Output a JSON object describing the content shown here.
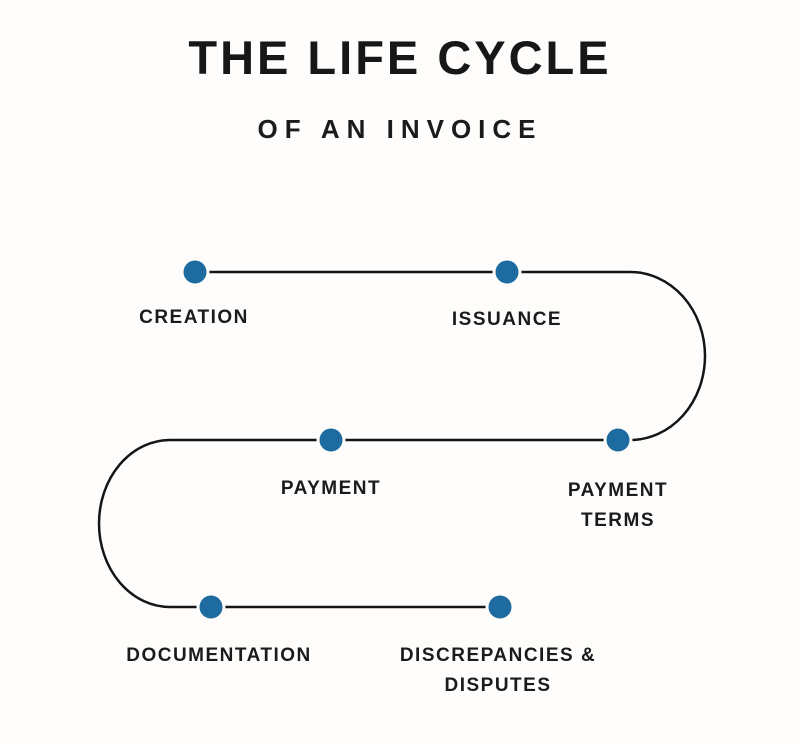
{
  "title": "THE LIFE CYCLE",
  "subtitle": "OF AN INVOICE",
  "colors": {
    "node": "#1e6b9f",
    "line": "#151515",
    "background": "#fefdfb",
    "text": "#1b1b1b"
  },
  "steps": [
    {
      "id": "creation",
      "lines": [
        "CREATION"
      ]
    },
    {
      "id": "issuance",
      "lines": [
        "ISSUANCE"
      ]
    },
    {
      "id": "payment-terms",
      "lines": [
        "PAYMENT",
        "TERMS"
      ]
    },
    {
      "id": "payment",
      "lines": [
        "PAYMENT"
      ]
    },
    {
      "id": "documentation",
      "lines": [
        "DOCUMENTATION"
      ]
    },
    {
      "id": "discrepancies-disputes",
      "lines": [
        "DISCREPANCIES &",
        "DISPUTES"
      ]
    }
  ]
}
